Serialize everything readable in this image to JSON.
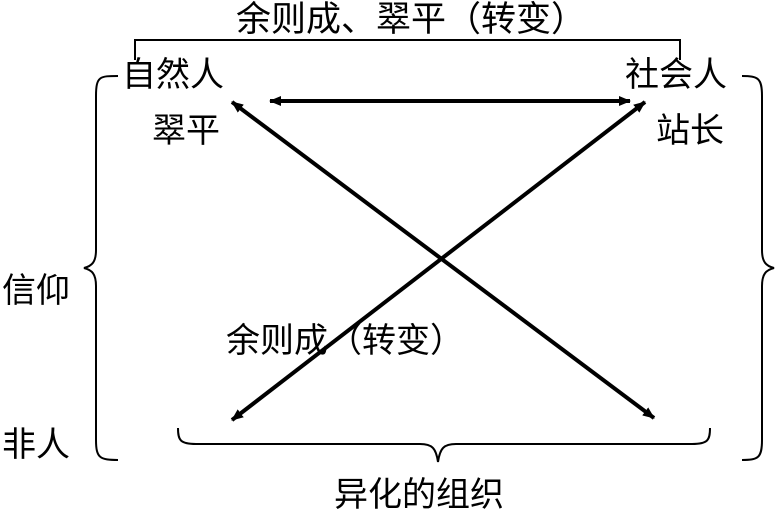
{
  "labels": {
    "top": "余则成、翠平（转变）",
    "natural_person": "自然人",
    "natural_person_name": "翠平",
    "social_person": "社会人",
    "social_person_name": "站长",
    "middle": "余则成（转变）",
    "belief": "信仰",
    "non_human": "非人",
    "bottom": "异化的组织"
  },
  "arrows": [
    {
      "from": "natural_person",
      "to": "social_person",
      "type": "double"
    },
    {
      "from": "social_person",
      "to": "bottom_left",
      "type": "single"
    },
    {
      "from": "bottom_right",
      "to": "natural_person",
      "type": "single"
    }
  ],
  "colors": {
    "ink": "#000000",
    "background": "#ffffff"
  }
}
